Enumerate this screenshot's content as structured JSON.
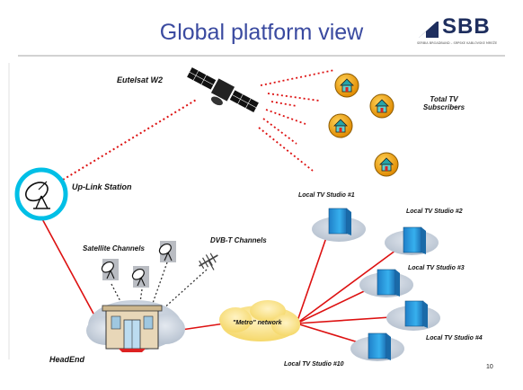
{
  "slide": {
    "title": "Global platform view",
    "page_number": "10"
  },
  "logo": {
    "text": "SBB",
    "subtext": "SERBIA BROADBAND – SRPSKE KABLOVSKE MREŽE"
  },
  "labels": {
    "satellite": "Eutelsat W2",
    "subscribers_line1": "Total TV",
    "subscribers_line2": "Subscribers",
    "uplink": "Up-Link Station",
    "satellite_channels": "Satellite Channels",
    "dvbt_channels": "DVB-T Channels",
    "headend": "HeadEnd",
    "metro": "\"Metro\" network",
    "studio_1": "Local TV Studio #1",
    "studio_2": "Local TV Studio #2",
    "studio_3": "Local TV Studio #3",
    "studio_4": "Local TV Studio #4",
    "studio_10": "Local TV Studio #10"
  },
  "colors": {
    "title": "#3a4aa0",
    "link_red": "#dd1111",
    "subscriber_orange": "#f5a400",
    "uplink_cyan": "#00bfe6",
    "cloud": "#c8d2de",
    "metro_cloud": "#ffe89a",
    "building_blue": "#2a9ee0"
  },
  "icons": [
    "satellite-icon",
    "house-icon",
    "dish-icon",
    "antenna-icon",
    "headend-building-icon",
    "studio-building-icon",
    "cloud-icon"
  ]
}
